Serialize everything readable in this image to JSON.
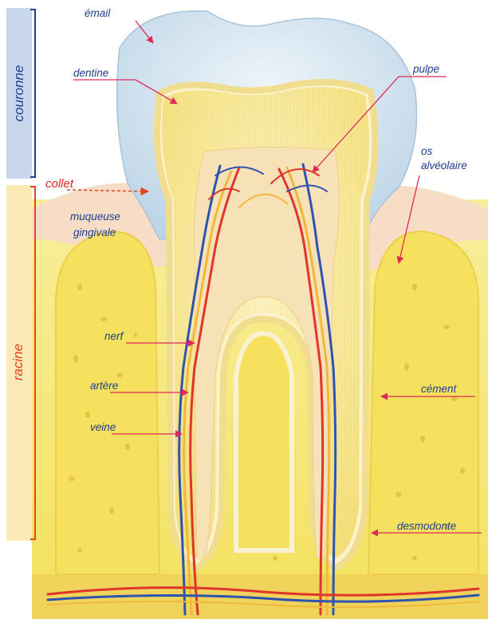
{
  "sections": {
    "couronne": "couronne",
    "racine": "racine",
    "collet": "collet"
  },
  "labels": {
    "email": "émail",
    "dentine": "dentine",
    "muqueuse_line1": "muqueuse",
    "muqueuse_line2": "gingivale",
    "nerf": "nerf",
    "artere": "artère",
    "veine": "veine",
    "pulpe": "pulpe",
    "os_line1": "os",
    "os_line2": "alvéolaire",
    "cement": "cément",
    "desmodonte": "desmodonte"
  },
  "colors": {
    "label_text": "#1f3f8f",
    "leader_line": "#e0285a",
    "racine_text": "#e2451f",
    "enamel": "#cfe2ee",
    "dentine": "#f6e79a",
    "bone": "#f7e66b",
    "gum": "#f6cfb4",
    "artery": "#e0352b",
    "vein": "#2f53b0",
    "nerve": "#f2b83a"
  }
}
